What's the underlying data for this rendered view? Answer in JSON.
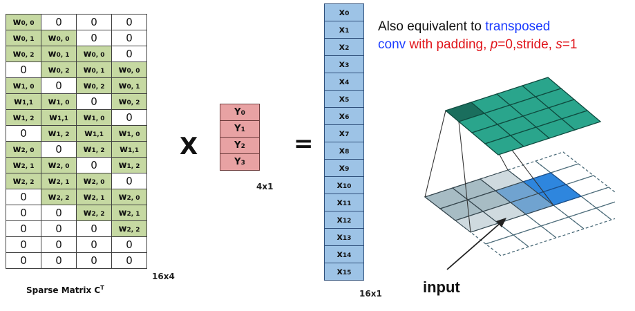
{
  "sparse_matrix": {
    "rows": [
      [
        {
          "b": "w",
          "s": "0, 0"
        },
        {
          "t": "0"
        },
        {
          "t": "0"
        },
        {
          "t": "0"
        }
      ],
      [
        {
          "b": "w",
          "s": "0, 1"
        },
        {
          "b": "w",
          "s": "0, 0"
        },
        {
          "t": "0"
        },
        {
          "t": "0"
        }
      ],
      [
        {
          "b": "w",
          "s": "0, 2"
        },
        {
          "b": "w",
          "s": "0, 1"
        },
        {
          "b": "w",
          "s": "0, 0"
        },
        {
          "t": "0"
        }
      ],
      [
        {
          "t": "0"
        },
        {
          "b": "w",
          "s": "0, 2"
        },
        {
          "b": "w",
          "s": "0, 1"
        },
        {
          "b": "w",
          "s": "0, 0"
        }
      ],
      [
        {
          "b": "w",
          "s": "1, 0"
        },
        {
          "t": "0"
        },
        {
          "b": "w",
          "s": "0, 2"
        },
        {
          "b": "w",
          "s": "0, 1"
        }
      ],
      [
        {
          "b": "w",
          "s": "1,1"
        },
        {
          "b": "w",
          "s": "1, 0"
        },
        {
          "t": "0"
        },
        {
          "b": "w",
          "s": "0, 2"
        }
      ],
      [
        {
          "b": "w",
          "s": "1, 2"
        },
        {
          "b": "w",
          "s": "1,1"
        },
        {
          "b": "w",
          "s": "1, 0"
        },
        {
          "t": "0"
        }
      ],
      [
        {
          "t": "0"
        },
        {
          "b": "w",
          "s": "1, 2"
        },
        {
          "b": "w",
          "s": "1,1"
        },
        {
          "b": "w",
          "s": "1, 0"
        }
      ],
      [
        {
          "b": "w",
          "s": "2, 0"
        },
        {
          "t": "0"
        },
        {
          "b": "w",
          "s": "1, 2"
        },
        {
          "b": "w",
          "s": "1,1"
        }
      ],
      [
        {
          "b": "w",
          "s": "2, 1"
        },
        {
          "b": "w",
          "s": "2, 0"
        },
        {
          "t": "0"
        },
        {
          "b": "w",
          "s": "1, 2"
        }
      ],
      [
        {
          "b": "w",
          "s": "2, 2"
        },
        {
          "b": "w",
          "s": "2, 1"
        },
        {
          "b": "w",
          "s": "2, 0"
        },
        {
          "t": "0"
        }
      ],
      [
        {
          "t": "0"
        },
        {
          "b": "w",
          "s": "2, 2"
        },
        {
          "b": "w",
          "s": "2, 1"
        },
        {
          "b": "w",
          "s": "2, 0"
        }
      ],
      [
        {
          "t": "0"
        },
        {
          "t": "0"
        },
        {
          "b": "w",
          "s": "2, 2"
        },
        {
          "b": "w",
          "s": "2, 1"
        }
      ],
      [
        {
          "t": "0"
        },
        {
          "t": "0"
        },
        {
          "t": "0"
        },
        {
          "b": "w",
          "s": "2, 2"
        }
      ],
      [
        {
          "t": "0"
        },
        {
          "t": "0"
        },
        {
          "t": "0"
        },
        {
          "t": "0"
        }
      ],
      [
        {
          "t": "0"
        },
        {
          "t": "0"
        },
        {
          "t": "0"
        },
        {
          "t": "0"
        }
      ]
    ],
    "dimension": "16x4",
    "caption_base": "Sparse Matrix C",
    "caption_sup": "T"
  },
  "multiply_sign": "X",
  "equals_sign": "=",
  "y_vector": {
    "base": "Y",
    "subs": [
      "0",
      "1",
      "2",
      "3"
    ],
    "dimension": "4x1"
  },
  "x_vector": {
    "base": "x",
    "subs": [
      "0",
      "1",
      "2",
      "3",
      "4",
      "5",
      "6",
      "7",
      "8",
      "9",
      "10",
      "11",
      "12",
      "13",
      "14",
      "15"
    ],
    "dimension": "16x1"
  },
  "note": {
    "line1_black": "Also equivalent to ",
    "line1_blue": "transposed",
    "line2_blue": "conv",
    "line2_red_a": " with padding, ",
    "line2_red_p": "p",
    "line2_red_b": "=0,stride, ",
    "line2_red_s": "s",
    "line2_red_c": "=1"
  },
  "input_label": "input",
  "colors": {
    "weight_cell": "#c6d9a2",
    "y_cell": "#e8a2a3",
    "x_cell": "#9dc3e6",
    "output_grid": "#2aa58c",
    "output_dark": "#1a6e5d",
    "input_grid": "#a7bcc4",
    "input_highlight": "#2e86de"
  }
}
